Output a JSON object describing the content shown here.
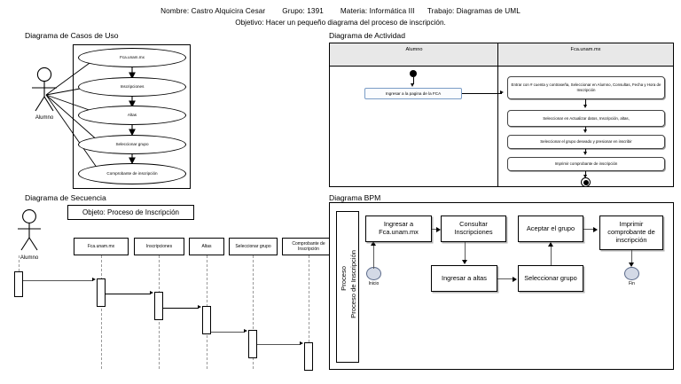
{
  "header": {
    "line1": "Nombre: Castro Alquicira Cesar        Grupo: 1391        Materia: Informática III      Trabajo: Diagramas de UML",
    "line2": "Objetivo: Hacer un pequeño diagrama del proceso de inscripción."
  },
  "sections": {
    "usecase_title": "Diagrama de Casos de Uso",
    "sequence_title": "Diagrama de Secuencia",
    "activity_title": "Diagrama de Actividad",
    "bpm_title": "Diagrama BPM"
  },
  "usecase": {
    "actor": "Alumno",
    "cases": [
      "Fca.unam.mx",
      "Inscripciones",
      "Altas",
      "Seleccionar grupo",
      "Comprobante de inscripción"
    ]
  },
  "sequence": {
    "actor": "Alumno",
    "object_label": "Objeto: Proceso de Inscripción",
    "objects": [
      "Fca.unam.mx",
      "Inscripciones",
      "Altas",
      "Seleccionar grupo",
      "Comprobante de Inscripción"
    ]
  },
  "activity": {
    "lanes": [
      "Alumno",
      "Fca.unam.mx"
    ],
    "start_action": "Ingresar a la pagina de la FCA",
    "steps": [
      "Entrar con # cuenta y contraseña, Seleccionar en Alumno, Consultas, Fecha y Hora de Inscripción",
      "Seleccionar en Actualizar datos, Inscripción, altas,",
      "Seleccionar el grupo deseado y presionar en inscribir",
      "Imprimir comprobante de inscripción"
    ]
  },
  "bpm": {
    "lane_line1": "Proceso",
    "lane_line2": "Proceso de Inscripción",
    "start_label": "Inicio",
    "end_label": "Fin",
    "tasks": [
      "Ingresar a Fca.unam.mx",
      "Consultar Inscripciones",
      "Aceptar el grupo",
      "Imprimir comprobante de inscripción",
      "Ingresar a altas",
      "Seleccionar grupo"
    ]
  },
  "colors": {
    "lane_header_bg": "#e8e8e8",
    "event_fill": "#d3d9e6",
    "event_stroke": "#5b6a8a",
    "activity_start_stroke": "#7a9cc6"
  }
}
